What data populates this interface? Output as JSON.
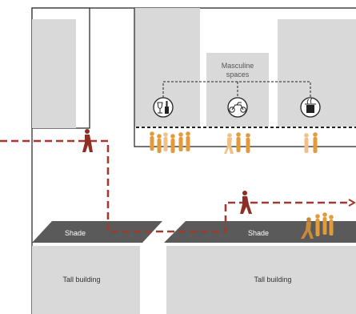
{
  "labels": {
    "masculine_line1": "Masculine",
    "masculine_line2": "spaces",
    "shade_left": "Shade",
    "shade_right": "Shade",
    "tall_building_left": "Tall building",
    "tall_building_right": "Tall building"
  },
  "icons": [
    "wine-bottle-icon",
    "motorcycle-icon",
    "hookah-icon"
  ],
  "colors": {
    "building": "#d9d9d9",
    "shade": "#5a5a5a",
    "path": "#a03a2e",
    "walker": "#8e2e24",
    "crowd_dark": "#e29a3a",
    "crowd_light": "#f0c08a",
    "outline": "#222222"
  }
}
